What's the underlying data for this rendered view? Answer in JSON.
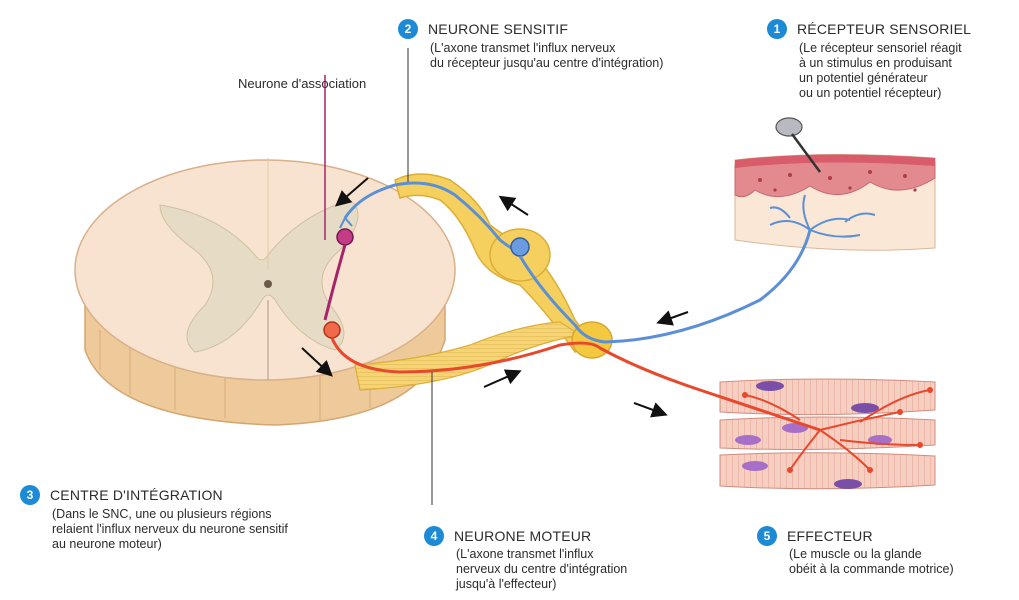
{
  "labels": {
    "assoc": "Neurone d'association",
    "step1": {
      "num": "1",
      "title": "RÉCEPTEUR SENSORIEL",
      "desc": [
        "(Le récepteur sensoriel réagit",
        "à un stimulus en produisant",
        "un potentiel générateur",
        "ou un potentiel récepteur)"
      ]
    },
    "step2": {
      "num": "2",
      "title": "NEURONE SENSITIF",
      "desc": [
        "(L'axone transmet l'influx nerveux",
        "du récepteur jusqu'au centre d'intégration)"
      ]
    },
    "step3": {
      "num": "3",
      "title": "CENTRE D'INTÉGRATION",
      "desc": [
        "(Dans le SNC, une ou plusieurs régions",
        "relaient l'influx nerveux du neurone sensitif",
        "au neurone moteur)"
      ]
    },
    "step4": {
      "num": "4",
      "title": "NEURONE MOTEUR",
      "desc": [
        "(L'axone transmet l'influx",
        "nerveux du centre d'intégration",
        "jusqu'à l'effecteur)"
      ]
    },
    "step5": {
      "num": "5",
      "title": "EFFECTEUR",
      "desc": [
        "(Le muscle ou la glande",
        "obéit à la commande motrice)"
      ]
    }
  },
  "colors": {
    "sensory": "#5b8fd6",
    "motor": "#e8482c",
    "association": "#a8246a",
    "nerve": "#f2c84a",
    "badge": "#1d8ad6",
    "cord": "#f7e2cc",
    "grey_matter": "#e4ddc8"
  }
}
